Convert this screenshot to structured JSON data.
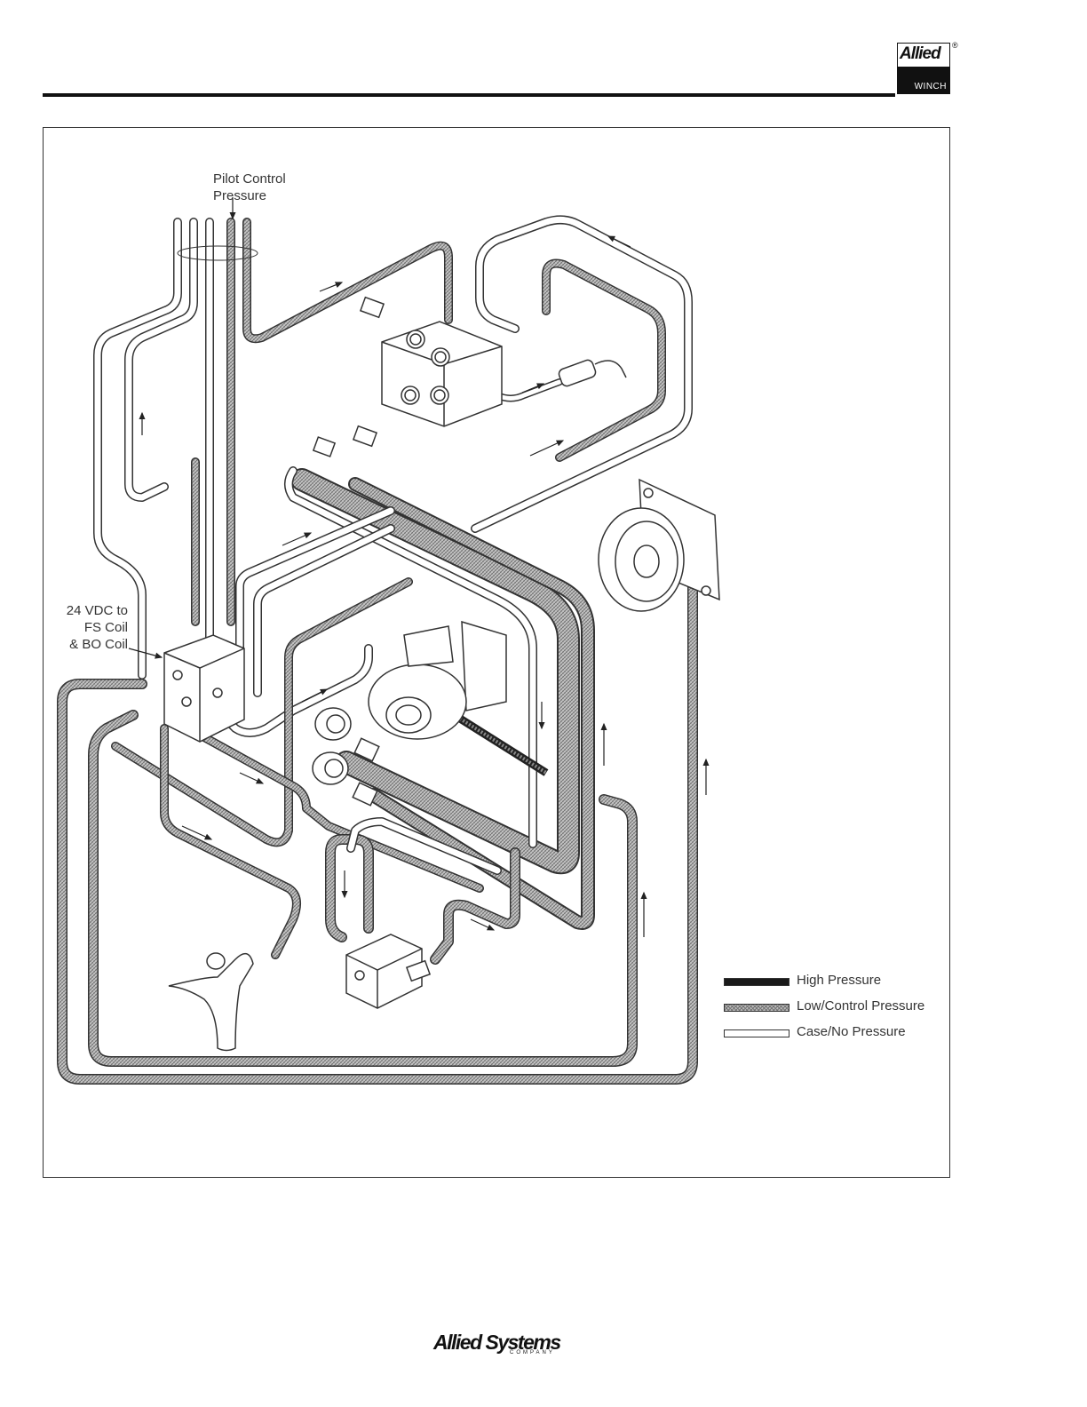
{
  "brand": {
    "logo_top": "Allied",
    "logo_bottom": "WINCH",
    "registered": "®",
    "footer_name": "Allied Systems",
    "footer_sub": "COMPANY"
  },
  "labels": {
    "pilot_line1": "Pilot Control",
    "pilot_line2": "Pressure",
    "vdc_line1": "24 VDC to",
    "vdc_line2": "FS Coil",
    "vdc_line3": "& BO Coil"
  },
  "legend": [
    {
      "label": "High Pressure",
      "style": "high"
    },
    {
      "label": "Low/Control Pressure",
      "style": "low"
    },
    {
      "label": "Case/No Pressure",
      "style": "case"
    }
  ],
  "colors": {
    "ink": "#333333",
    "high": "#1a1a1a",
    "low_hatch": "#888888"
  }
}
